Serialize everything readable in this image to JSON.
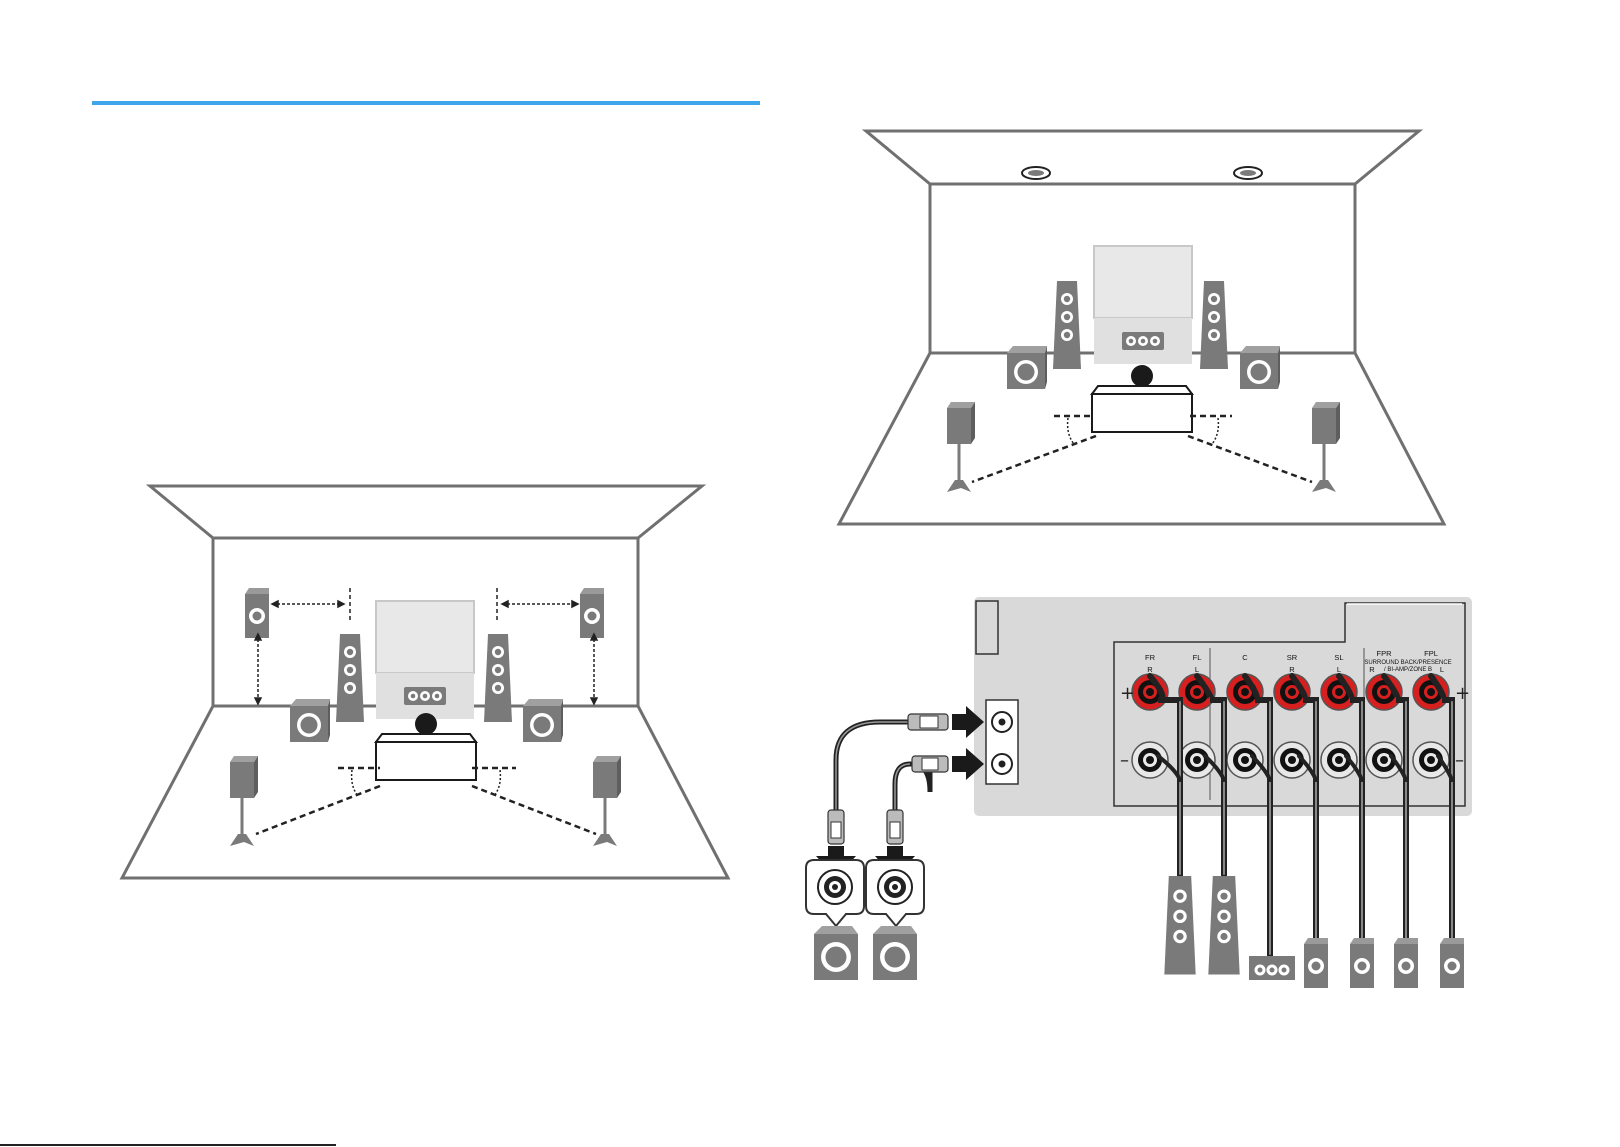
{
  "colors": {
    "accent_rule": "#3ea6ea",
    "room_line": "#707070",
    "speaker_grey": "#7a7a7a",
    "panel_grey": "#d9d9d9",
    "terminal_red": "#d62020"
  },
  "rear_panel": {
    "terminals": [
      {
        "code": "FR",
        "side": "R"
      },
      {
        "code": "FL",
        "side": "L"
      },
      {
        "code": "C",
        "side": ""
      },
      {
        "code": "SR",
        "side": "R"
      },
      {
        "code": "SL",
        "side": "L"
      },
      {
        "code": "FPR",
        "side": "R"
      },
      {
        "code": "FPL",
        "side": "L"
      }
    ],
    "group_label_line1": "SURROUND BACK/PRESENCE",
    "group_label_line2": "/ BI-AMP/ZONE B",
    "plus_sign": "+",
    "minus_sign": "–"
  }
}
